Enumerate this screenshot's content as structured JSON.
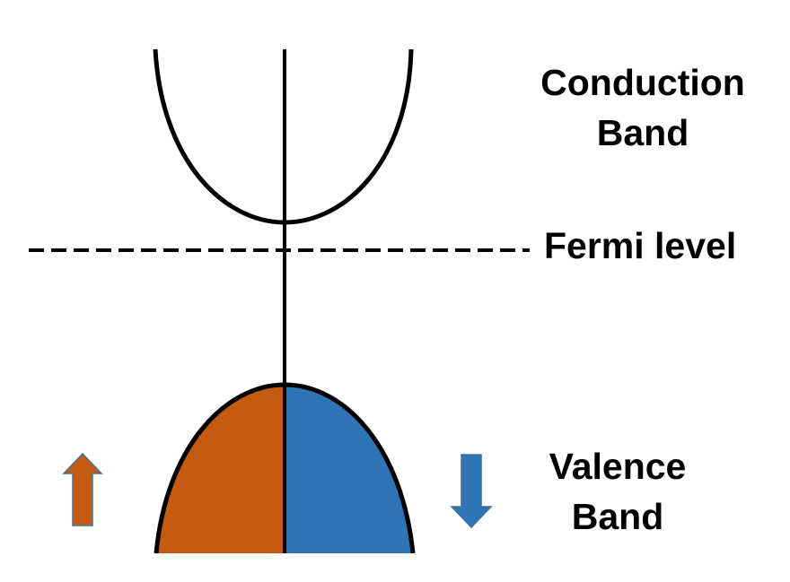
{
  "labels": {
    "conduction_band": [
      "Conduction",
      "Band"
    ],
    "fermi_level": "Fermi level",
    "valence_band": [
      "Valence",
      "Band"
    ]
  },
  "colors": {
    "spin_up": "#C55A11",
    "spin_down": "#2E75B6",
    "outline": "#000000",
    "spin_up_arrow_border": "#41719C",
    "spin_down_arrow_border": "#41719C"
  },
  "icons": {
    "spin_up": "up-arrow-icon",
    "spin_down": "down-arrow-icon"
  }
}
